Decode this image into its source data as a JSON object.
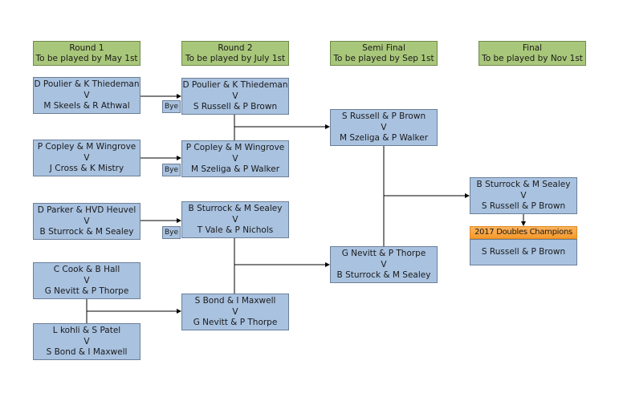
{
  "rounds": [
    {
      "name": "Round 1",
      "deadline": "To be played by May 1st"
    },
    {
      "name": "Round 2",
      "deadline": "To be played by July 1st"
    },
    {
      "name": "Semi Final",
      "deadline": "To be played by Sep 1st"
    },
    {
      "name": "Final",
      "deadline": "To be played by Nov 1st"
    }
  ],
  "vs": "V",
  "bye": "Bye",
  "round1": [
    {
      "a": "D Poulier & K Thiedeman",
      "b": "M Skeels & R Athwal"
    },
    {
      "a": "P Copley & M Wingrove",
      "b": "J Cross & K Mistry"
    },
    {
      "a": "D Parker & HVD Heuvel",
      "b": "B Sturrock & M Sealey"
    },
    {
      "a": "C Cook & B Hall",
      "b": "G Nevitt & P Thorpe"
    },
    {
      "a": "L kohli & S Patel",
      "b": "S Bond & I Maxwell"
    }
  ],
  "round2": [
    {
      "a": "D Poulier & K Thiedeman",
      "b": "S Russell & P Brown"
    },
    {
      "a": "P Copley & M Wingrove",
      "b": "M Szeliga & P Walker"
    },
    {
      "a": "B Sturrock & M Sealey",
      "b": "T Vale & P Nichols"
    },
    {
      "a": "S Bond & I Maxwell",
      "b": "G Nevitt & P Thorpe"
    }
  ],
  "semi": [
    {
      "a": "S Russell & P Brown",
      "b": "M Szeliga & P Walker"
    },
    {
      "a": "G Nevitt & P Thorpe",
      "b": "B Sturrock & M Sealey"
    }
  ],
  "final": {
    "a": "B Sturrock & M Sealey",
    "b": "S Russell & P Brown"
  },
  "champions": {
    "title": "2017 Doubles Champions",
    "winner": "S Russell & P Brown"
  }
}
